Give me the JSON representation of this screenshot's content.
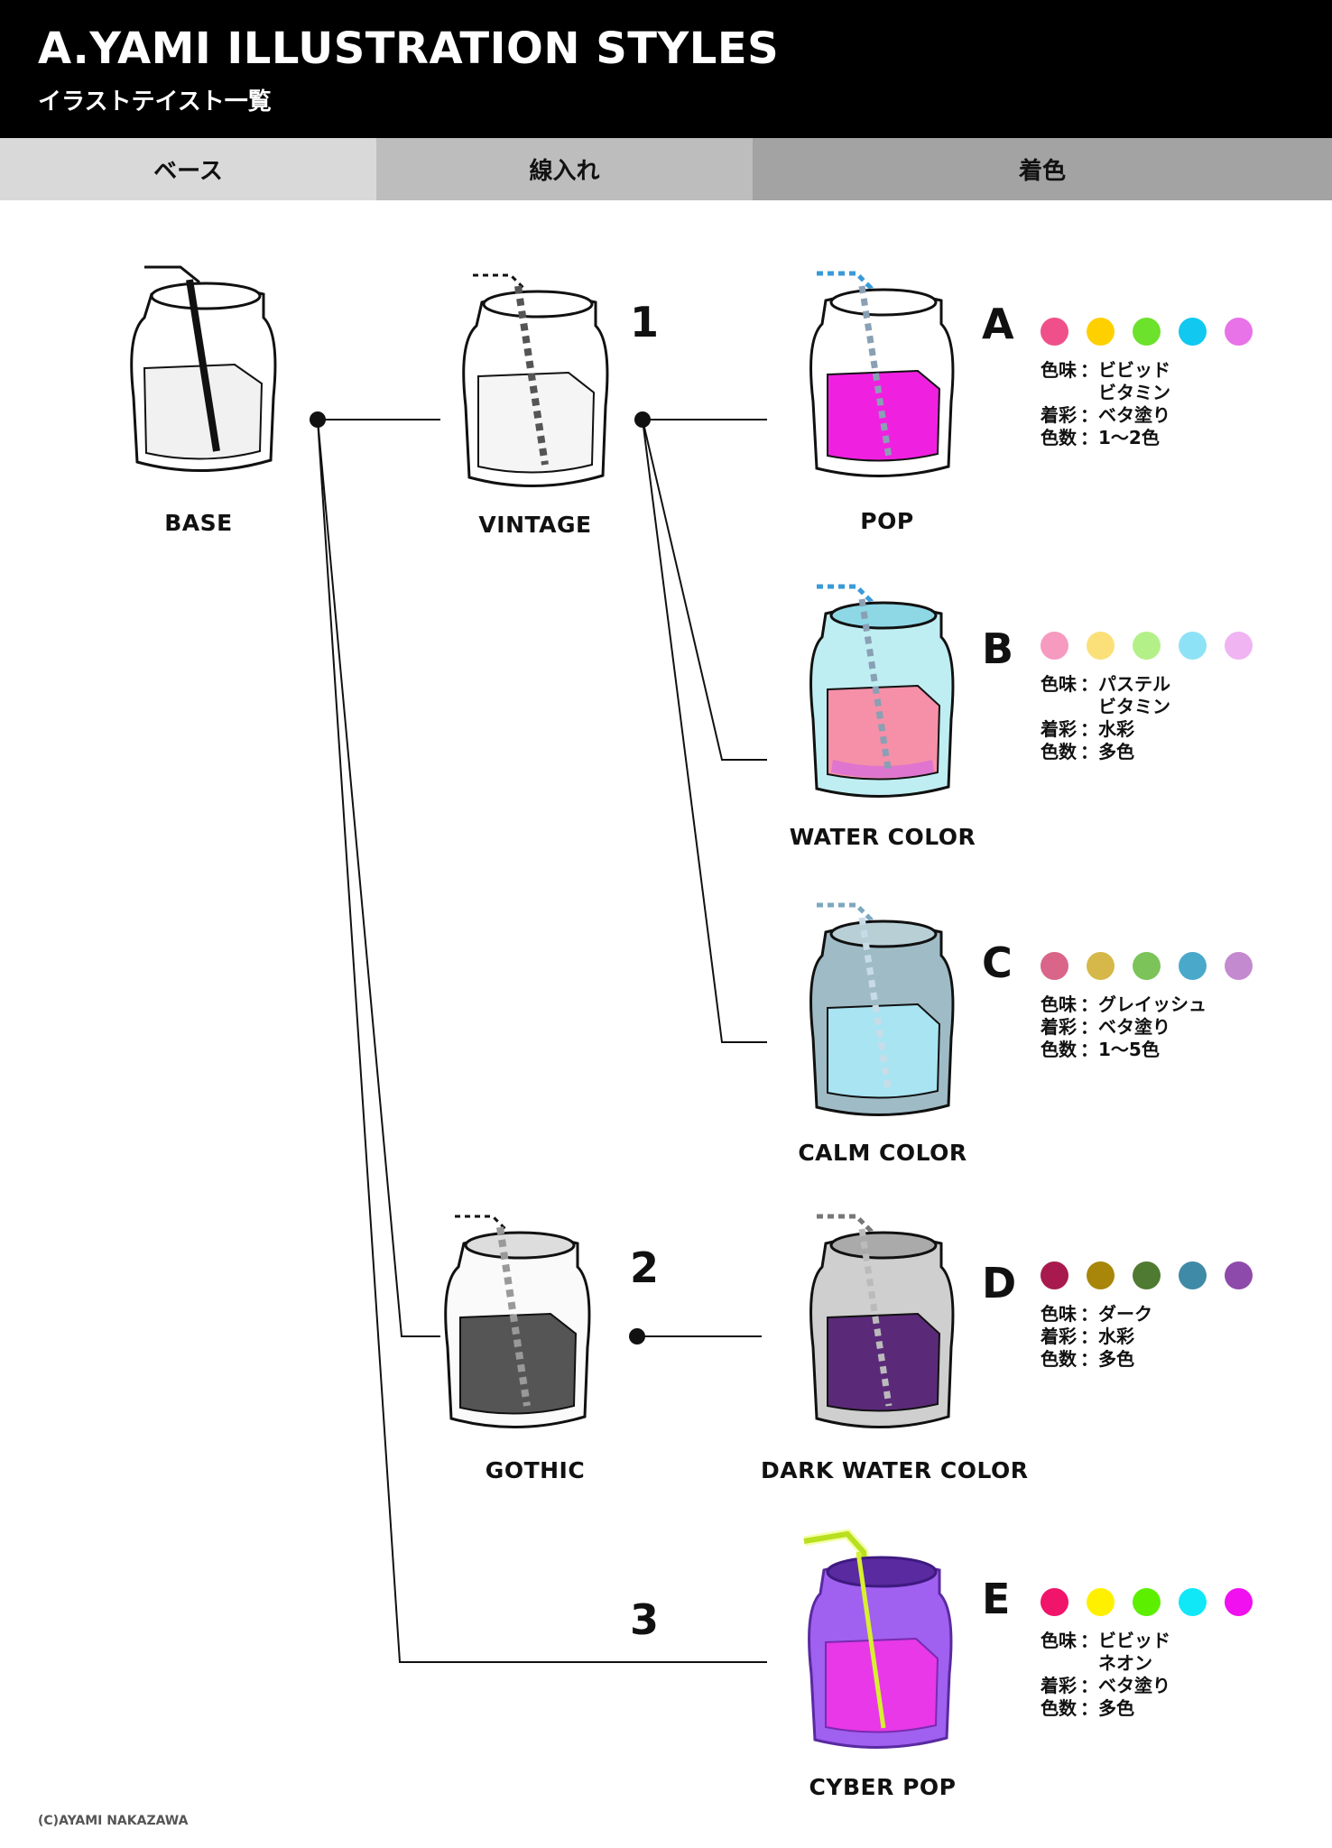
{
  "header": {
    "title": "A.YAMI ILLUSTRATION STYLES",
    "subtitle": "イラストテイスト一覧"
  },
  "columns": [
    "ベース",
    "線入れ",
    "着色"
  ],
  "base": {
    "label": "BASE"
  },
  "line_styles": [
    {
      "number": "1",
      "label": "VINTAGE"
    },
    {
      "number": "2",
      "label": "GOTHIC"
    },
    {
      "number": "3",
      "label": ""
    }
  ],
  "color_styles": [
    {
      "letter": "A",
      "label": "POP",
      "swatches": [
        "#f0508a",
        "#ffd000",
        "#6de22c",
        "#10c8f0",
        "#e872e8"
      ],
      "info": [
        [
          "色味",
          "ビビッド",
          "ビタミン"
        ],
        [
          "着彩",
          "ベタ塗り"
        ],
        [
          "色数",
          "1〜2色"
        ]
      ]
    },
    {
      "letter": "B",
      "label": "WATER COLOR",
      "swatches": [
        "#f79ac0",
        "#fbe07a",
        "#b4f088",
        "#8ee2f6",
        "#f0b4f2"
      ],
      "info": [
        [
          "色味",
          "パステル",
          "ビタミン"
        ],
        [
          "着彩",
          "水彩"
        ],
        [
          "色数",
          "多色"
        ]
      ]
    },
    {
      "letter": "C",
      "label": "CALM COLOR",
      "swatches": [
        "#d96588",
        "#d6b84a",
        "#7cc35a",
        "#4aa9cb",
        "#c48ad0"
      ],
      "info": [
        [
          "色味",
          "グレイッシュ"
        ],
        [
          "着彩",
          "ベタ塗り"
        ],
        [
          "色数",
          "1〜5色"
        ]
      ]
    },
    {
      "letter": "D",
      "label": "DARK WATER COLOR",
      "swatches": [
        "#a81a4e",
        "#a8860a",
        "#4e7a32",
        "#3f8aa6",
        "#8e4aaa"
      ],
      "info": [
        [
          "色味",
          "ダーク"
        ],
        [
          "着彩",
          "水彩"
        ],
        [
          "色数",
          "多色"
        ]
      ]
    },
    {
      "letter": "E",
      "label": "CYBER POP",
      "swatches": [
        "#f0146a",
        "#fff000",
        "#5cf000",
        "#10e8f8",
        "#f010f0"
      ],
      "info": [
        [
          "色味",
          "ビビッド",
          "ネオン"
        ],
        [
          "着彩",
          "ベタ塗り"
        ],
        [
          "色数",
          "多色"
        ]
      ]
    }
  ],
  "copyright": "(C)AYAMI NAKAZAWA"
}
